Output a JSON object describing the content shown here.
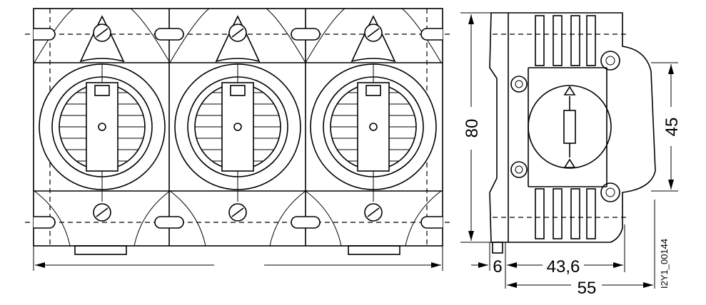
{
  "drawing": {
    "front_view": {
      "modules": 3
    },
    "side_view": {},
    "dimensions": {
      "height": "80",
      "rail_height": "45",
      "offset": "6",
      "depth_inner": "43,6",
      "depth_total": "55"
    },
    "drawing_code": "I2Y1_00144"
  }
}
